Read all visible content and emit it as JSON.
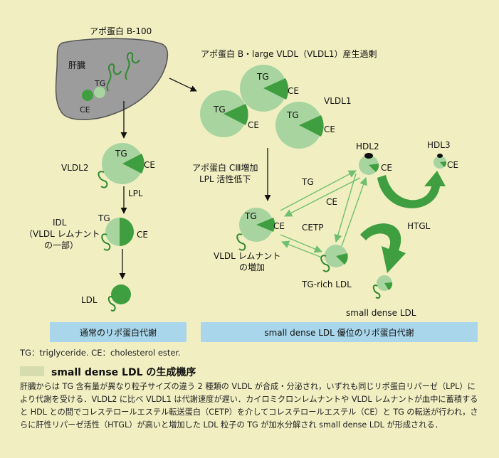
{
  "diagram": {
    "apo_b100": "アポ蛋白 B-100",
    "liver": "肝臓",
    "apo_b_large_vldl": "アポ蛋白 B・large VLDL（VLDL1）産生過剰",
    "vldl1": "VLDL1",
    "vldl2": "VLDL2",
    "lpl": "LPL",
    "idl_line1": "IDL",
    "idl_line2": "（VLDL レムナント",
    "idl_line3": "の一部）",
    "ldl": "LDL",
    "apo_ciii_line1": "アポ蛋白 CⅢ増加",
    "apo_ciii_line2": "LPL 活性低下",
    "vldl_remnant_line1": "VLDL レムナント",
    "vldl_remnant_line2": "の増加",
    "hdl2": "HDL2",
    "hdl3": "HDL3",
    "tg_rich_ldl": "TG-rich LDL",
    "small_dense_ldl": "small dense LDL",
    "cetp": "CETP",
    "htgl": "HTGL",
    "tg": "TG",
    "ce": "CE"
  },
  "bars": {
    "left": "通常のリポ蛋白代謝",
    "right": "small dense LDL 優位のリポ蛋白代謝"
  },
  "abbrev": "TG：triglyceride.  CE：cholesterol ester.",
  "caption": {
    "title": "small dense LDL の生成機序",
    "body": "肝臓からは TG 含有量が異なり粒子サイズの違う 2 種類の VLDL が合成・分泌され，いずれも同じリポ蛋白リパーゼ（LPL）により代謝を受ける．VLDL2 に比べ VLDL1 は代謝速度が遅い．カイロミクロンレムナントや VLDL レムナントが血中に蓄積すると HDL との間でコレステロールエステル転送蛋白（CETP）を介してコレステロールエステル（CE）と TG の転送が行われ，さらに肝性リパーゼ活性（HTGL）が高いと増加した LDL 粒子の TG が加水分解され small dense LDL が形成される．"
  },
  "colors": {
    "background": "#f1efc2",
    "particle_light": "#a8d4a0",
    "particle_dark": "#3f9e3f",
    "apo_green": "#2f8a2f",
    "liver_gray": "#9c9c9c",
    "bar_blue": "#a9d6ea"
  }
}
